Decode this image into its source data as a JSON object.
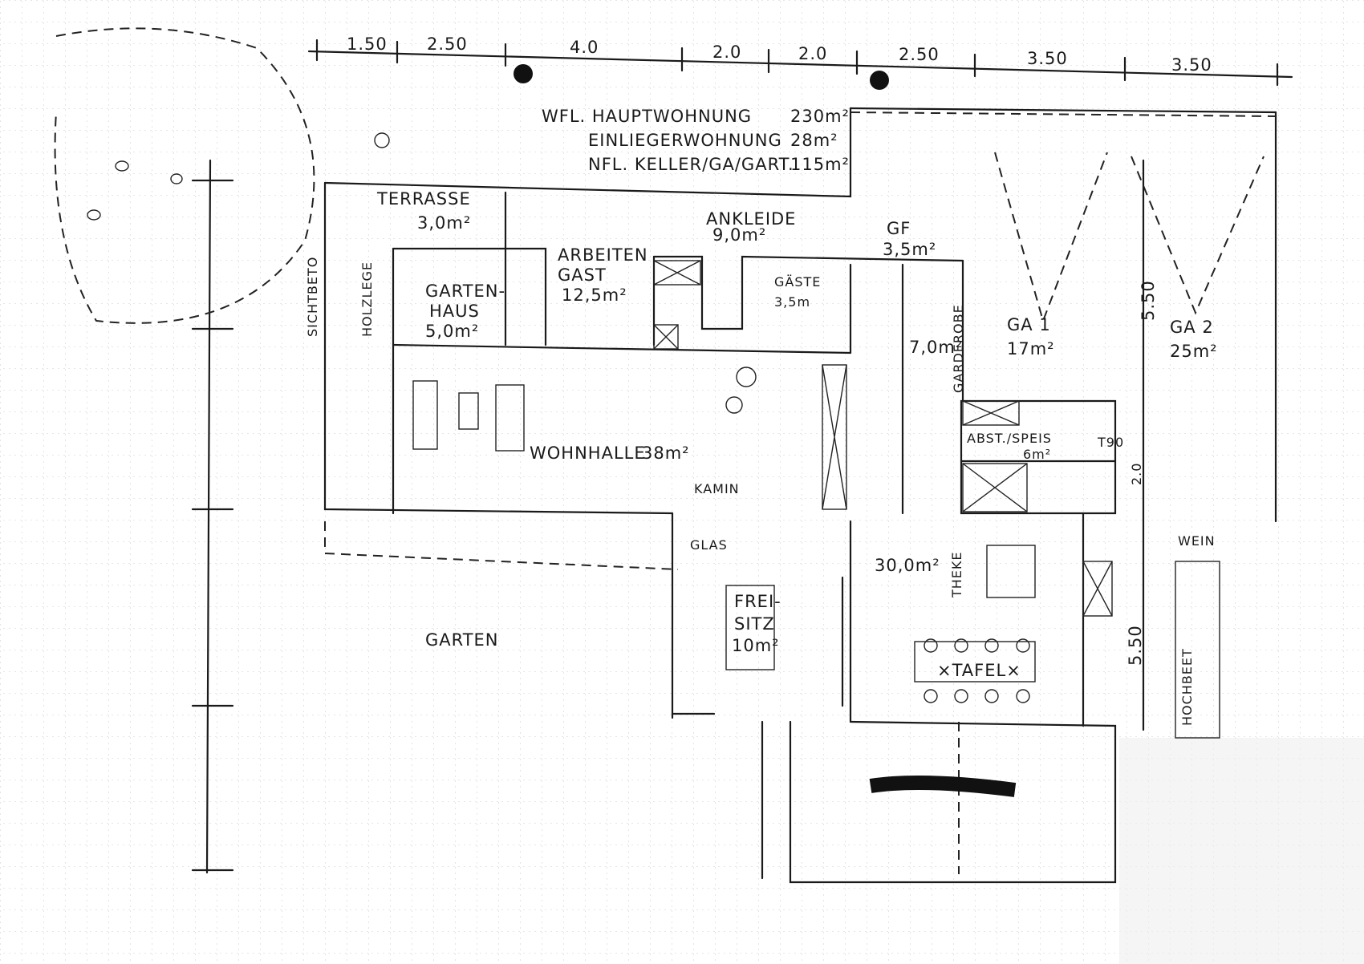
{
  "title": "Grundriss Skizze Erdgeschoss",
  "dimensions_top": [
    "1.50",
    "2.50",
    "4.0",
    "2.0",
    "2.0",
    "2.50",
    "3.50",
    "3.50"
  ],
  "dimensions_side": [
    "5.50",
    "2.0",
    "5.50"
  ],
  "area_summary": {
    "line1_label": "WFL. HAUPTWOHNUNG",
    "line1_value": "230m²",
    "line2_label": "EINLIEGERWOHNUNG",
    "line2_value": "28m²",
    "line3_label": "NFL. KELLER/GA/GART.",
    "line3_value": "115m²"
  },
  "rooms": {
    "terrasse": {
      "name": "TERRASSE",
      "area": "3,0m²"
    },
    "ankleide": {
      "name": "ANKLEIDE",
      "area": "9,0m²"
    },
    "gf": {
      "name": "GF",
      "area": "3,5m²"
    },
    "arbeiten": {
      "name": "ARBEITEN",
      "name2": "GAST",
      "area": "12,5m²"
    },
    "gartenhaus": {
      "name": "GARTEN-",
      "name2": "HAUS",
      "area": "5,0m²"
    },
    "gaeste": {
      "name": "GÄSTE",
      "area": "3,5m"
    },
    "sichtbeton": {
      "name": "SICHTBETO"
    },
    "holzlege": {
      "name": "HOLZLEGE"
    },
    "garderobe": {
      "name": "GARDEROBE",
      "area": "7,0m²"
    },
    "ga1": {
      "name": "GA 1",
      "area": "17m²"
    },
    "ga2": {
      "name": "GA 2",
      "area": "25m²"
    },
    "wohnhalle": {
      "name": "WOHNHALLE",
      "area": "38m²"
    },
    "speis": {
      "name": "ABST./SPEIS",
      "area": "6m²",
      "door": "T90"
    },
    "kamin": {
      "name": "KAMIN"
    },
    "glas": {
      "name": "GLAS"
    },
    "kueche": {
      "area": "30,0m²"
    },
    "theke": {
      "name": "THEKE"
    },
    "freisitz": {
      "name": "FREI-",
      "name2": "SITZ",
      "area": "10m²"
    },
    "garten": {
      "name": "GARTEN"
    },
    "tafel": {
      "name": "×TAFEL×"
    },
    "wein": {
      "name": "WEIN"
    },
    "hochbeet": {
      "name": "HOCHBEET"
    }
  }
}
